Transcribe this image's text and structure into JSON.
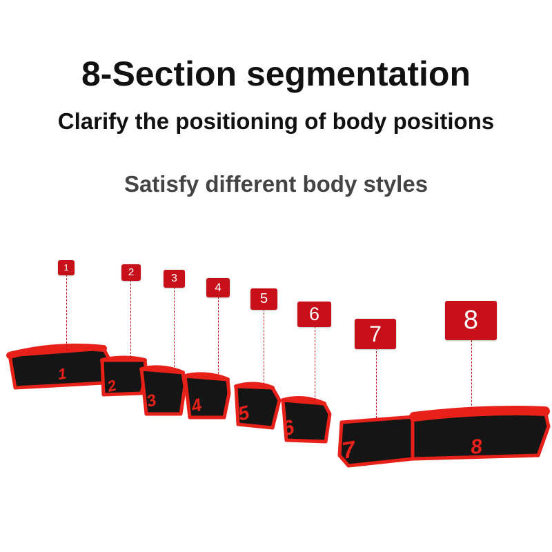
{
  "headline": {
    "title": "8-Section segmentation",
    "subtitle": "Clarify the positioning of body positions",
    "tagline": "Satisfy different body styles"
  },
  "segments": [
    {
      "number": "1"
    },
    {
      "number": "2"
    },
    {
      "number": "3"
    },
    {
      "number": "4"
    },
    {
      "number": "5"
    },
    {
      "number": "6"
    },
    {
      "number": "7"
    },
    {
      "number": "8"
    }
  ],
  "colors": {
    "accent": "#c8101a",
    "band_face": "#151515",
    "band_edge": "#e8201a",
    "text_dark": "#111111",
    "text_gray": "#444444"
  }
}
